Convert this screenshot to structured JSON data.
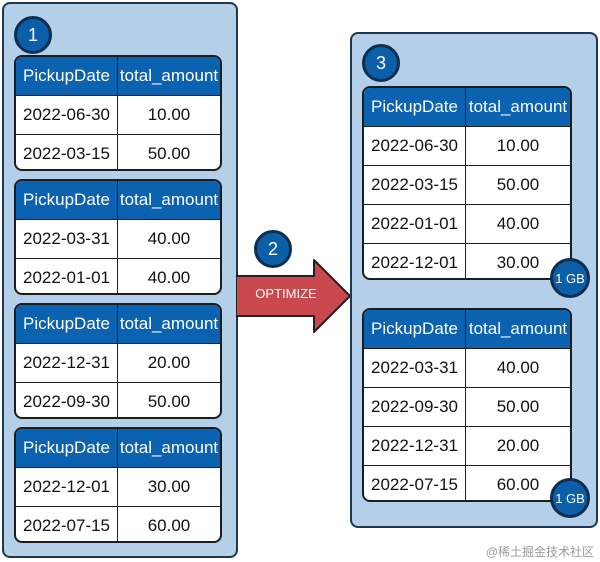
{
  "badges": {
    "one": "1",
    "two": "2",
    "three": "3"
  },
  "arrow": {
    "label": "OPTIMIZE"
  },
  "columns": [
    "PickupDate",
    "total_amount"
  ],
  "left_files": [
    {
      "rows": [
        [
          "2022-06-30",
          "10.00"
        ],
        [
          "2022-03-15",
          "50.00"
        ]
      ]
    },
    {
      "rows": [
        [
          "2022-03-31",
          "40.00"
        ],
        [
          "2022-01-01",
          "40.00"
        ]
      ]
    },
    {
      "rows": [
        [
          "2022-12-31",
          "20.00"
        ],
        [
          "2022-09-30",
          "50.00"
        ]
      ]
    },
    {
      "rows": [
        [
          "2022-12-01",
          "30.00"
        ],
        [
          "2022-07-15",
          "60.00"
        ]
      ]
    }
  ],
  "right_files": [
    {
      "size": "1 GB",
      "rows": [
        [
          "2022-06-30",
          "10.00"
        ],
        [
          "2022-03-15",
          "50.00"
        ],
        [
          "2022-01-01",
          "40.00"
        ],
        [
          "2022-12-01",
          "30.00"
        ]
      ]
    },
    {
      "size": "1 GB",
      "rows": [
        [
          "2022-03-31",
          "40.00"
        ],
        [
          "2022-09-30",
          "50.00"
        ],
        [
          "2022-12-31",
          "20.00"
        ],
        [
          "2022-07-15",
          "60.00"
        ]
      ]
    }
  ],
  "watermark": "@稀土掘金技术社区",
  "colors": {
    "panel": "#b4cfe9",
    "header": "#0b62b0",
    "badge": "#0b5ea8",
    "arrow": "#c9484e"
  }
}
